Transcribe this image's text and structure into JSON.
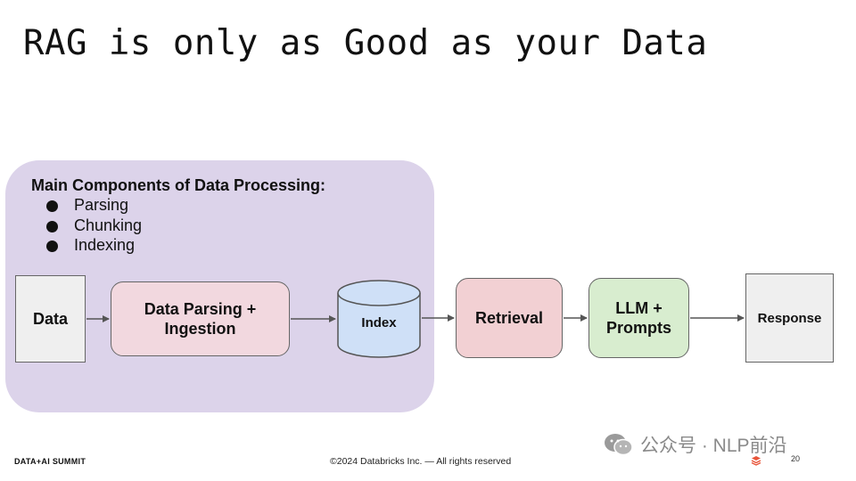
{
  "title": "RAG is only as Good as your Data",
  "panel": {
    "heading": "Main Components of Data Processing:",
    "items": [
      "Parsing",
      "Chunking",
      "Indexing"
    ]
  },
  "nodes": {
    "data": "Data",
    "parsing_line1": "Data Parsing +",
    "parsing_line2": "Ingestion",
    "index": "Index",
    "retrieval": "Retrieval",
    "llm_line1": "LLM +",
    "llm_line2": "Prompts",
    "response": "Response"
  },
  "footer": {
    "logo": "DATA+AI SUMMIT",
    "copyright": "©2024 Databricks Inc. — All rights reserved",
    "page_number": "20"
  },
  "watermark": "公众号 · NLP前沿",
  "colors": {
    "panel": "#dcd3ea",
    "parsing": "#f2d8df",
    "index": "#cfe0f7",
    "retrieval": "#f2d0d3",
    "llm": "#d8edcf",
    "terminal": "#efefef"
  }
}
